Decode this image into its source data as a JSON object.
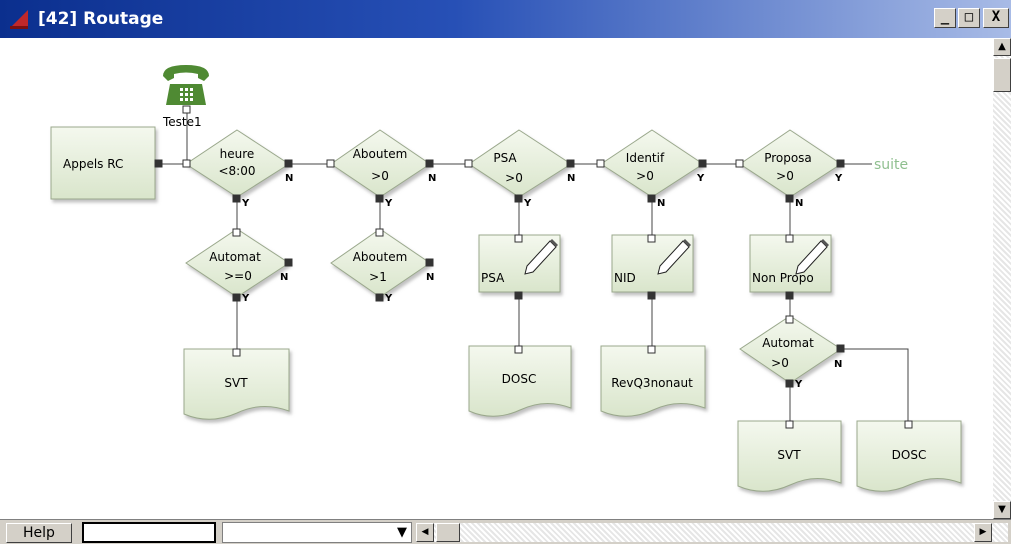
{
  "window": {
    "title": "[42] Routage",
    "controls": [
      "_",
      "□",
      "X"
    ]
  },
  "flow": {
    "start_box": "Appels RC",
    "phone_label": "Teste1",
    "suite_label": "suite",
    "decisions": [
      {
        "line1": "heure",
        "line2": "<8:00",
        "right": "N",
        "bottom": "Y"
      },
      {
        "line1": "Aboutem",
        "line2": ">0",
        "right": "N",
        "bottom": "Y"
      },
      {
        "line1": "PSA",
        "line2": ">0",
        "right": "N",
        "bottom": "Y"
      },
      {
        "line1": "Identif",
        "line2": ">0",
        "right": "Y",
        "bottom": "N"
      },
      {
        "line1": "Proposa",
        "line2": ">0",
        "right": "Y",
        "bottom": "N"
      },
      {
        "line1": "Automat",
        "line2": ">=0",
        "right": "N",
        "bottom": "Y"
      },
      {
        "line1": "Aboutem",
        "line2": ">1",
        "right": "N",
        "bottom": "Y"
      },
      {
        "line1": "Automat",
        "line2": ">0",
        "right": "N",
        "bottom": "Y"
      }
    ],
    "edit_boxes": [
      "PSA",
      "NID",
      "Non Propo"
    ],
    "documents": [
      "SVT",
      "DOSC",
      "RevQ3nonaut",
      "SVT",
      "DOSC"
    ]
  },
  "statusbar": {
    "help_label": "Help",
    "field_value": "",
    "combo_value": ""
  },
  "colors": {
    "node_fill": "#e6eedb",
    "node_stroke": "#9aa88c",
    "title_start": "#0b2f8e",
    "suite_text": "#8fbf8f"
  }
}
